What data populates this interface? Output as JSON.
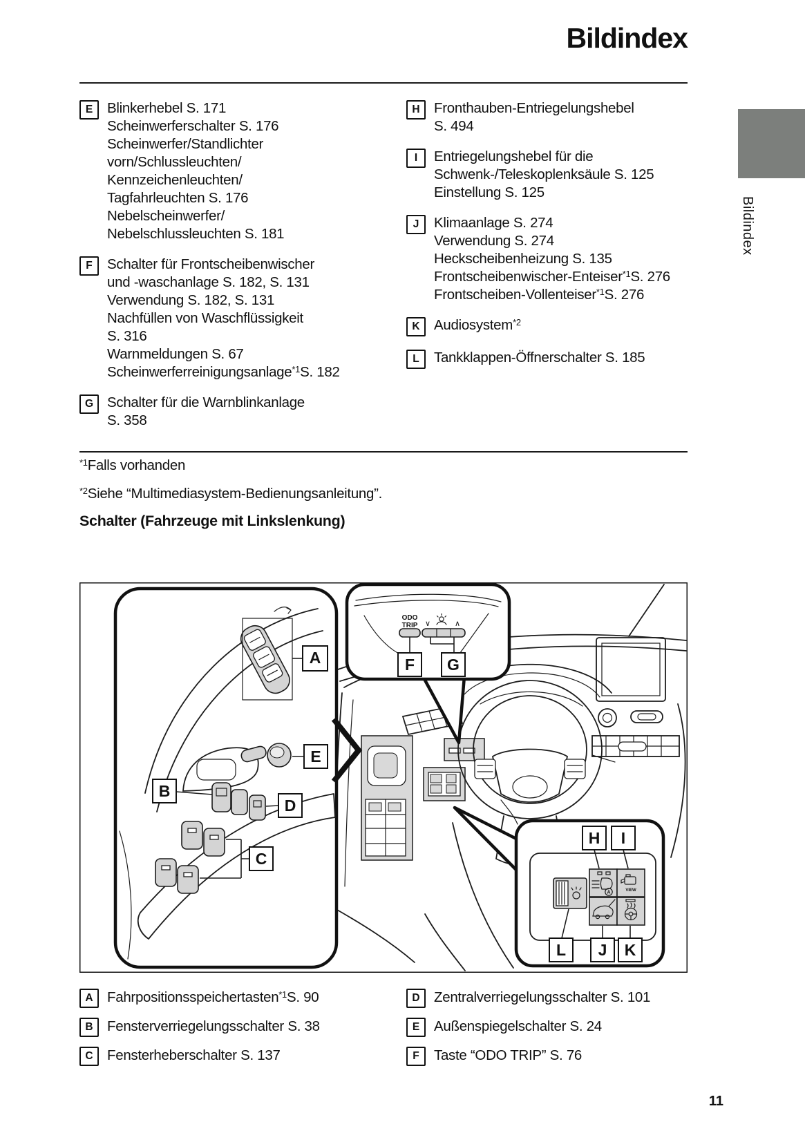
{
  "page": {
    "title": "Bildindex",
    "number": "11",
    "side_tab_label": "Bildindex",
    "side_tab_color": "#7c7f7c"
  },
  "index": {
    "left": [
      {
        "letter": "E",
        "lines": [
          "Blinkerhebel S. 171",
          "Scheinwerferschalter S. 176",
          "Scheinwerfer/Standlichter",
          "vorn/Schlussleuchten/",
          "Kennzeichenleuchten/",
          "Tagfahrleuchten S. 176",
          "Nebelscheinwerfer/",
          "Nebelschlussleuchten S. 181"
        ]
      },
      {
        "letter": "F",
        "lines": [
          "Schalter für Frontscheibenwischer",
          "und -waschanlage S. 182, S. 131",
          "Verwendung S. 182, S. 131",
          "Nachfüllen von Waschflüssigkeit",
          "S. 316",
          "Warnmeldungen S. 67",
          "Scheinwerferreinigungsanlage*1S. 182"
        ]
      },
      {
        "letter": "G",
        "lines": [
          "Schalter für die Warnblinkanlage",
          "S. 358"
        ]
      }
    ],
    "right": [
      {
        "letter": "H",
        "lines": [
          "Fronthauben-Entriegelungshebel",
          "S. 494"
        ]
      },
      {
        "letter": "I",
        "lines": [
          "Entriegelungshebel für die",
          "Schwenk-/Teleskoplenksäule S. 125",
          "Einstellung S. 125"
        ]
      },
      {
        "letter": "J",
        "lines": [
          "Klimaanlage S. 274",
          "Verwendung S. 274",
          "Heckscheibenheizung S. 135",
          "Frontscheibenwischer-Enteiser*1S. 276",
          "Frontscheiben-Vollenteiser*1S. 276"
        ]
      },
      {
        "letter": "K",
        "lines": [
          "Audiosystem*2"
        ]
      },
      {
        "letter": "L",
        "lines": [
          "Tankklappen-Öffnerschalter S. 185"
        ]
      }
    ]
  },
  "footnotes": [
    "*1Falls vorhanden",
    "*2Siehe “Multimediasystem-Bedienungsanleitung”."
  ],
  "section_heading": "Schalter (Fahrzeuge mit Linkslenkung)",
  "diagram": {
    "callouts": [
      "A",
      "B",
      "C",
      "D",
      "E",
      "F",
      "G",
      "H",
      "I",
      "J",
      "K",
      "L"
    ],
    "odo_trip": [
      "ODO",
      "TRIP"
    ],
    "dial_down": "∨",
    "dial_up": "∧",
    "view_label": "VIEW",
    "auto_label": "A"
  },
  "legend": {
    "left": [
      {
        "letter": "A",
        "text": "Fahrpositionsspeichertasten*1S. 90"
      },
      {
        "letter": "B",
        "text": "Fensterverriegelungsschalter S. 38"
      },
      {
        "letter": "C",
        "text": "Fensterheberschalter S. 137"
      }
    ],
    "right": [
      {
        "letter": "D",
        "text": "Zentralverriegelungsschalter S. 101"
      },
      {
        "letter": "E",
        "text": "Außenspiegelschalter S. 24"
      },
      {
        "letter": "F",
        "text": "Taste “ODO TRIP” S. 76"
      }
    ]
  }
}
